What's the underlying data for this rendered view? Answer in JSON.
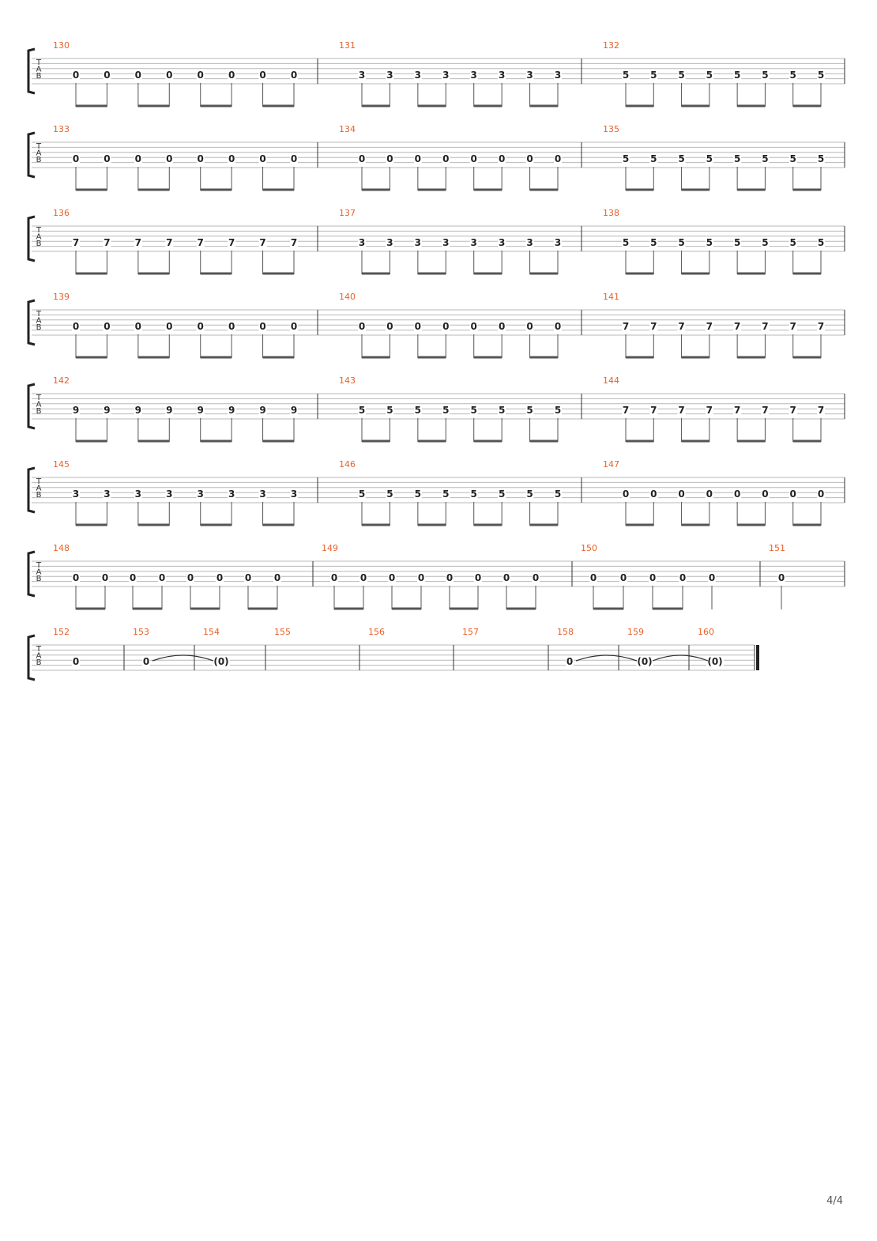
{
  "tab_label": [
    "T",
    "A",
    "B"
  ],
  "page_number": "4/4",
  "systems": [
    {
      "measures": [
        {
          "number": "130",
          "notes": [
            "0",
            "0",
            "0",
            "0",
            "0",
            "0",
            "0",
            "0"
          ]
        },
        {
          "number": "131",
          "notes": [
            "3",
            "3",
            "3",
            "3",
            "3",
            "3",
            "3",
            "3"
          ]
        },
        {
          "number": "132",
          "notes": [
            "5",
            "5",
            "5",
            "5",
            "5",
            "5",
            "5",
            "5"
          ]
        }
      ]
    },
    {
      "measures": [
        {
          "number": "133",
          "notes": [
            "0",
            "0",
            "0",
            "0",
            "0",
            "0",
            "0",
            "0"
          ]
        },
        {
          "number": "134",
          "notes": [
            "0",
            "0",
            "0",
            "0",
            "0",
            "0",
            "0",
            "0"
          ]
        },
        {
          "number": "135",
          "notes": [
            "5",
            "5",
            "5",
            "5",
            "5",
            "5",
            "5",
            "5"
          ]
        }
      ]
    },
    {
      "measures": [
        {
          "number": "136",
          "notes": [
            "7",
            "7",
            "7",
            "7",
            "7",
            "7",
            "7",
            "7"
          ]
        },
        {
          "number": "137",
          "notes": [
            "3",
            "3",
            "3",
            "3",
            "3",
            "3",
            "3",
            "3"
          ]
        },
        {
          "number": "138",
          "notes": [
            "5",
            "5",
            "5",
            "5",
            "5",
            "5",
            "5",
            "5"
          ]
        }
      ]
    },
    {
      "measures": [
        {
          "number": "139",
          "notes": [
            "0",
            "0",
            "0",
            "0",
            "0",
            "0",
            "0",
            "0"
          ]
        },
        {
          "number": "140",
          "notes": [
            "0",
            "0",
            "0",
            "0",
            "0",
            "0",
            "0",
            "0"
          ]
        },
        {
          "number": "141",
          "notes": [
            "7",
            "7",
            "7",
            "7",
            "7",
            "7",
            "7",
            "7"
          ]
        }
      ]
    },
    {
      "measures": [
        {
          "number": "142",
          "notes": [
            "9",
            "9",
            "9",
            "9",
            "9",
            "9",
            "9",
            "9"
          ]
        },
        {
          "number": "143",
          "notes": [
            "5",
            "5",
            "5",
            "5",
            "5",
            "5",
            "5",
            "5"
          ]
        },
        {
          "number": "144",
          "notes": [
            "7",
            "7",
            "7",
            "7",
            "7",
            "7",
            "7",
            "7"
          ]
        }
      ]
    },
    {
      "measures": [
        {
          "number": "145",
          "notes": [
            "3",
            "3",
            "3",
            "3",
            "3",
            "3",
            "3",
            "3"
          ]
        },
        {
          "number": "146",
          "notes": [
            "5",
            "5",
            "5",
            "5",
            "5",
            "5",
            "5",
            "5"
          ]
        },
        {
          "number": "147",
          "notes": [
            "0",
            "0",
            "0",
            "0",
            "0",
            "0",
            "0",
            "0"
          ]
        }
      ]
    },
    {
      "measures": [
        {
          "number": "148",
          "notes": [
            "0",
            "0",
            "0",
            "0",
            "0",
            "0",
            "0",
            "0"
          ]
        },
        {
          "number": "149",
          "notes": [
            "0",
            "0",
            "0",
            "0",
            "0",
            "0",
            "0",
            "0"
          ]
        },
        {
          "number": "150",
          "notes": [
            "0",
            "0",
            "0",
            "0",
            "0"
          ]
        },
        {
          "number": "151",
          "notes": [
            "0"
          ]
        }
      ]
    },
    {
      "measures": [
        {
          "number": "152",
          "notes": [
            "0"
          ]
        },
        {
          "number": "153",
          "notes": [
            "0"
          ]
        },
        {
          "number": "154",
          "notes": [
            "(0)"
          ]
        },
        {
          "number": "155",
          "notes": []
        },
        {
          "number": "156",
          "notes": []
        },
        {
          "number": "157",
          "notes": []
        },
        {
          "number": "158",
          "notes": [
            "0"
          ]
        },
        {
          "number": "159",
          "notes": [
            "(0)"
          ]
        },
        {
          "number": "160",
          "notes": [
            "(0)"
          ]
        }
      ]
    }
  ]
}
